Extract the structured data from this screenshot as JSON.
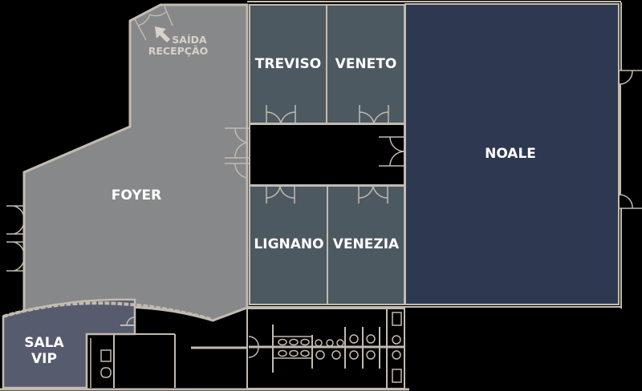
{
  "colors": {
    "background": "#000000",
    "wall": "#c2bbb0",
    "foyer": "#878889",
    "small_rooms": "#4d5961",
    "noale": "#2e3850",
    "sala_vip": "#575b6e",
    "label": "#ffffff",
    "exit_label": "#d8d2c8"
  },
  "exit": {
    "line1": "SAÍDA",
    "line2": "RECEPÇÃO"
  },
  "rooms": [
    {
      "id": "foyer",
      "label": "FOYER"
    },
    {
      "id": "treviso",
      "label": "TREVISO"
    },
    {
      "id": "veneto",
      "label": "VENETO"
    },
    {
      "id": "lignano",
      "label": "LIGNANO"
    },
    {
      "id": "venezia",
      "label": "VENEZIA"
    },
    {
      "id": "noale",
      "label": "NOALE"
    },
    {
      "id": "sala_vip",
      "label_line1": "SALA",
      "label_line2": "VIP"
    }
  ]
}
